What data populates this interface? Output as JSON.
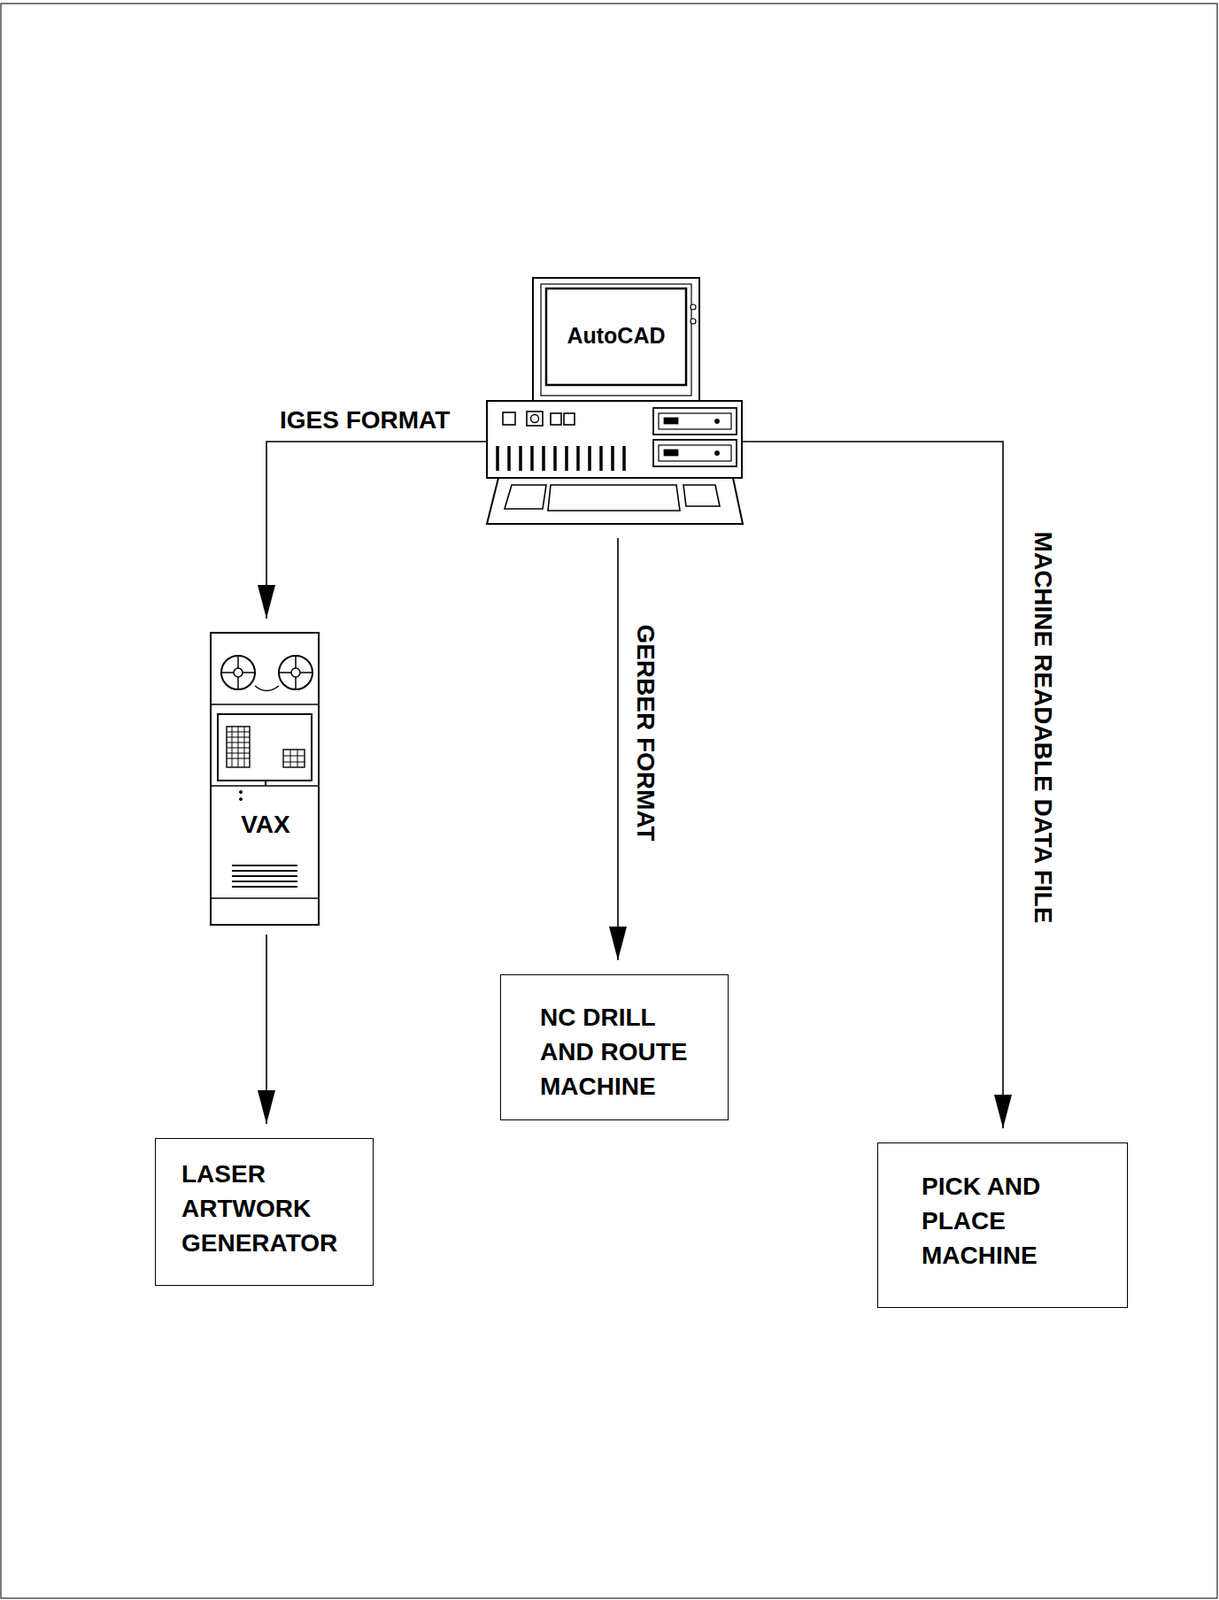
{
  "diagram": {
    "nodes": [
      {
        "text": [
          "AutoCAD"
        ]
      },
      {
        "text": [
          "VAX"
        ]
      },
      {
        "text": [
          "NC DRILL AND ROUTE MACHINE"
        ]
      },
      {
        "text": [
          "LASER ARTWORK GENERATOR"
        ]
      },
      {
        "text": [
          "PICK AND PLACE MACHINE"
        ]
      }
    ],
    "edges": [
      {
        "from": 0,
        "to": 1,
        "label": "IGES FORMAT",
        "arrow": "to"
      },
      {
        "from": 0,
        "to": 2,
        "label": "GERBER FORMAT",
        "arrow": "to"
      },
      {
        "from": 0,
        "to": 4,
        "label": "MACHINE READABLE DATA FILE",
        "arrow": "to"
      },
      {
        "from": 1,
        "to": 3,
        "arrow": "to"
      }
    ]
  }
}
